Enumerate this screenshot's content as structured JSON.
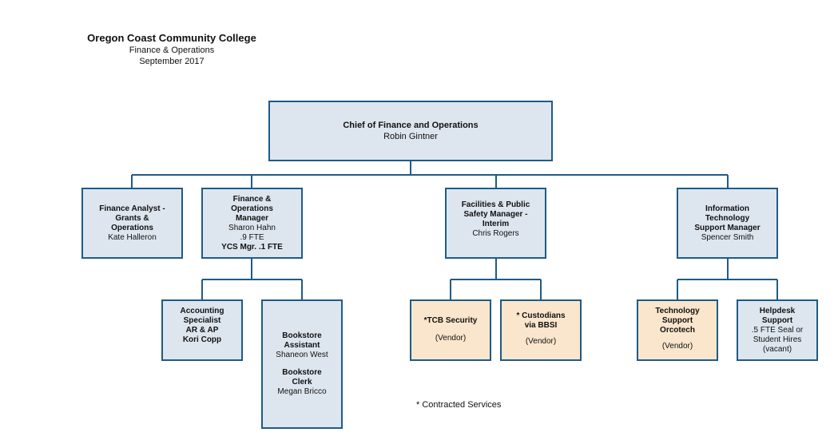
{
  "header": {
    "title": "Oregon Coast Community College",
    "subtitle": "Finance & Operations",
    "date": "September 2017"
  },
  "chief": {
    "title": "Chief of Finance and Operations",
    "name": "Robin Gintner"
  },
  "finance_analyst": {
    "title_l1": "Finance Analyst -",
    "title_l2": "Grants &",
    "title_l3": "Operations",
    "name": "Kate Halleron"
  },
  "fo_manager": {
    "title_l1": "Finance &",
    "title_l2": "Operations",
    "title_l3": "Manager",
    "name": "Sharon Hahn",
    "fte": ".9 FTE",
    "ycs": "YCS Mgr. .1 FTE"
  },
  "facilities": {
    "title_l1": "Facilities & Public",
    "title_l2": "Safety Manager -",
    "title_l3": "Interim",
    "name": "Chris Rogers"
  },
  "it_manager": {
    "title_l1": "Information",
    "title_l2": "Technology",
    "title_l3": "Support Manager",
    "name": "Spencer Smith"
  },
  "accounting": {
    "title_l1": "Accounting",
    "title_l2": "Specialist",
    "title_l3": "AR & AP",
    "name": "Kori Copp"
  },
  "bookstore": {
    "assistant_l1": "Bookstore",
    "assistant_l2": "Assistant",
    "assistant_name": "Shaneon West",
    "clerk_l1": "Bookstore",
    "clerk_l2": "Clerk",
    "clerk_name": "Megan Bricco"
  },
  "tcb": {
    "title": "*TCB Security",
    "vendor": "(Vendor)"
  },
  "custodians": {
    "title_l1": "* Custodians",
    "title_l2": "via BBSI",
    "vendor": "(Vendor)"
  },
  "tech_support": {
    "title_l1": "Technology",
    "title_l2": "Support",
    "title_l3": "Orcotech",
    "vendor": "(Vendor)"
  },
  "helpdesk": {
    "title_l1": "Helpdesk",
    "title_l2": "Support",
    "line3": ".5 FTE Seal or",
    "line4": "Student Hires",
    "line5": "(vacant)"
  },
  "footnote": "* Contracted Services",
  "colors": {
    "border": "#1f5b86",
    "box_fill": "#dde6ef",
    "vendor_fill": "#fae6cc"
  }
}
